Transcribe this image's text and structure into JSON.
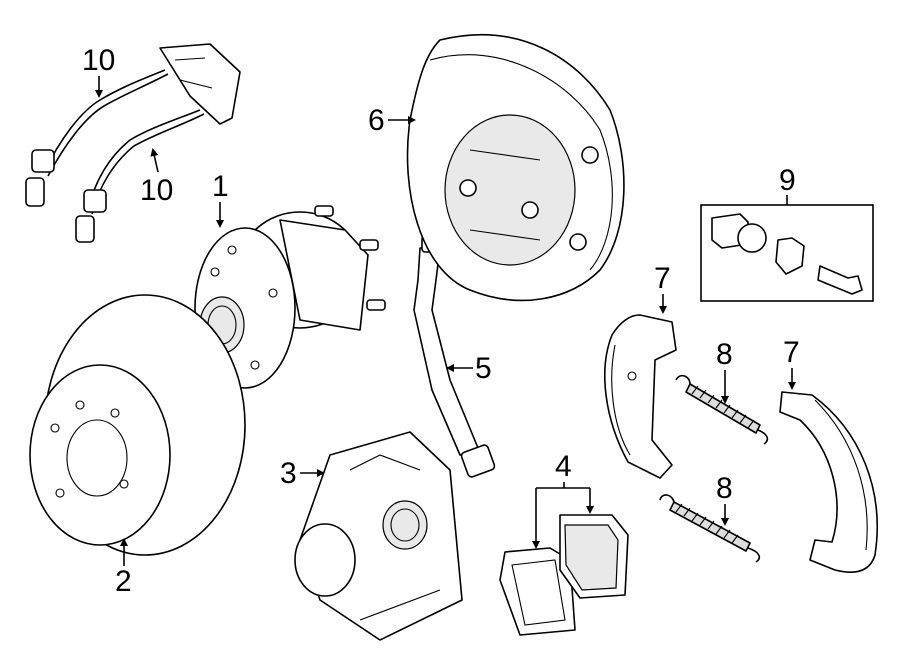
{
  "callouts": {
    "hub": "1",
    "rotor": "2",
    "caliper": "3",
    "pads": "4",
    "hose": "5",
    "backing_plate": "6",
    "shoe_upper": "7",
    "shoe_right": "7",
    "spring_upper": "8",
    "spring_lower": "8",
    "kit": "9",
    "sensor_upper": "10",
    "sensor_lower": "10"
  }
}
